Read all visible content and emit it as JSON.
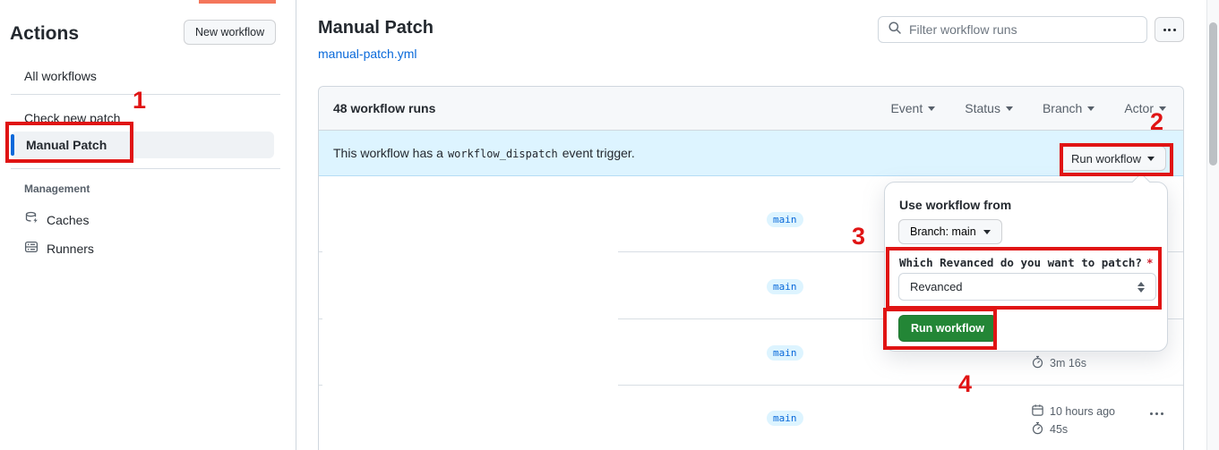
{
  "colors": {
    "annotation_red": "#e01414",
    "strip_salmon": "#f4765b",
    "link_blue": "#0969da",
    "banner_bg": "#ddf4ff",
    "button_green": "#238636",
    "badge_bg": "#ddf4ff",
    "badge_text": "#0969da"
  },
  "annotations": {
    "steps": [
      "1",
      "2",
      "3",
      "4"
    ]
  },
  "sidebar": {
    "title": "Actions",
    "new_workflow_label": "New workflow",
    "items": [
      {
        "label": "All workflows",
        "selected": false
      },
      {
        "label": "Check new patch",
        "selected": false
      },
      {
        "label": "Manual Patch",
        "selected": true
      }
    ],
    "management": {
      "label": "Management",
      "items": [
        {
          "label": "Caches",
          "icon": "cache-icon"
        },
        {
          "label": "Runners",
          "icon": "server-icon"
        }
      ]
    }
  },
  "header": {
    "title": "Manual Patch",
    "file_link": "manual-patch.yml",
    "filter_placeholder": "Filter workflow runs",
    "kebab_icon": "kebab-icon"
  },
  "runs": {
    "count_label": "48 workflow runs",
    "filters": [
      {
        "label": "Event"
      },
      {
        "label": "Status"
      },
      {
        "label": "Branch"
      },
      {
        "label": "Actor"
      }
    ],
    "banner": {
      "text_before": "This workflow has a",
      "code": "workflow_dispatch",
      "text_after": "event trigger.",
      "run_button_label": "Run workflow"
    },
    "rows": [
      {
        "branch": "main"
      },
      {
        "branch": "main"
      },
      {
        "branch": "main",
        "duration": "3m 16s"
      },
      {
        "branch": "main",
        "date": "10 hours ago",
        "duration": "45s"
      }
    ]
  },
  "dropdown": {
    "title": "Use workflow from",
    "branch_button_label": "Branch: main",
    "input_label": "Which Revanced do you want to patch?",
    "required_mark": "*",
    "select_value": "Revanced",
    "submit_label": "Run workflow"
  }
}
